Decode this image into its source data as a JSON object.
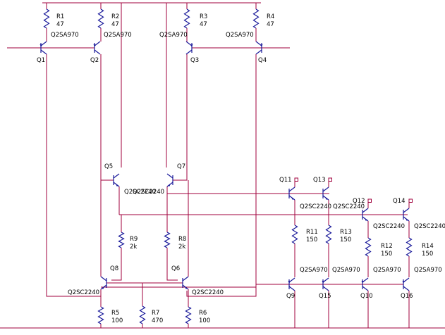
{
  "resistors": {
    "R1": {
      "ref": "R1",
      "value": "47"
    },
    "R2": {
      "ref": "R2",
      "value": "47"
    },
    "R3": {
      "ref": "R3",
      "value": "47"
    },
    "R4": {
      "ref": "R4",
      "value": "47"
    },
    "R5": {
      "ref": "R5",
      "value": "100"
    },
    "R6": {
      "ref": "R6",
      "value": "100"
    },
    "R7": {
      "ref": "R7",
      "value": "470"
    },
    "R8": {
      "ref": "R8",
      "value": "2k"
    },
    "R9": {
      "ref": "R9",
      "value": "2k"
    },
    "R11": {
      "ref": "R11",
      "value": "150"
    },
    "R12": {
      "ref": "R12",
      "value": "150"
    },
    "R13": {
      "ref": "R13",
      "value": "150"
    },
    "R14": {
      "ref": "R14",
      "value": "150"
    }
  },
  "transistors": {
    "Q1": {
      "ref": "Q1",
      "part": "Q2SA970"
    },
    "Q2": {
      "ref": "Q2",
      "part": "Q2SA970"
    },
    "Q3": {
      "ref": "Q3",
      "part": "Q2SA970"
    },
    "Q4": {
      "ref": "Q4",
      "part": "Q2SA970"
    },
    "Q5": {
      "ref": "Q5",
      "part": "Q2SC2240"
    },
    "Q6": {
      "ref": "Q6",
      "part": "Q2SC2240"
    },
    "Q7": {
      "ref": "Q7",
      "part": "Q2SC2240"
    },
    "Q8": {
      "ref": "Q8",
      "part": "Q2SC2240"
    },
    "Q9": {
      "ref": "Q9",
      "part": "Q2SA970"
    },
    "Q10": {
      "ref": "Q10",
      "part": "Q2SA970"
    },
    "Q11": {
      "ref": "Q11",
      "part": "Q2SC2240"
    },
    "Q12": {
      "ref": "Q12",
      "part": "Q2SC2240"
    },
    "Q13": {
      "ref": "Q13",
      "part": "Q2SC2240"
    },
    "Q14": {
      "ref": "Q14",
      "part": "Q2SC2240"
    },
    "Q15": {
      "ref": "Q15",
      "part": "Q2SA970"
    },
    "Q16": {
      "ref": "Q16",
      "part": "Q2SA970"
    }
  },
  "colors": {
    "wire": "#a0003c",
    "device": "#1a1a9a",
    "text": "#000000"
  }
}
